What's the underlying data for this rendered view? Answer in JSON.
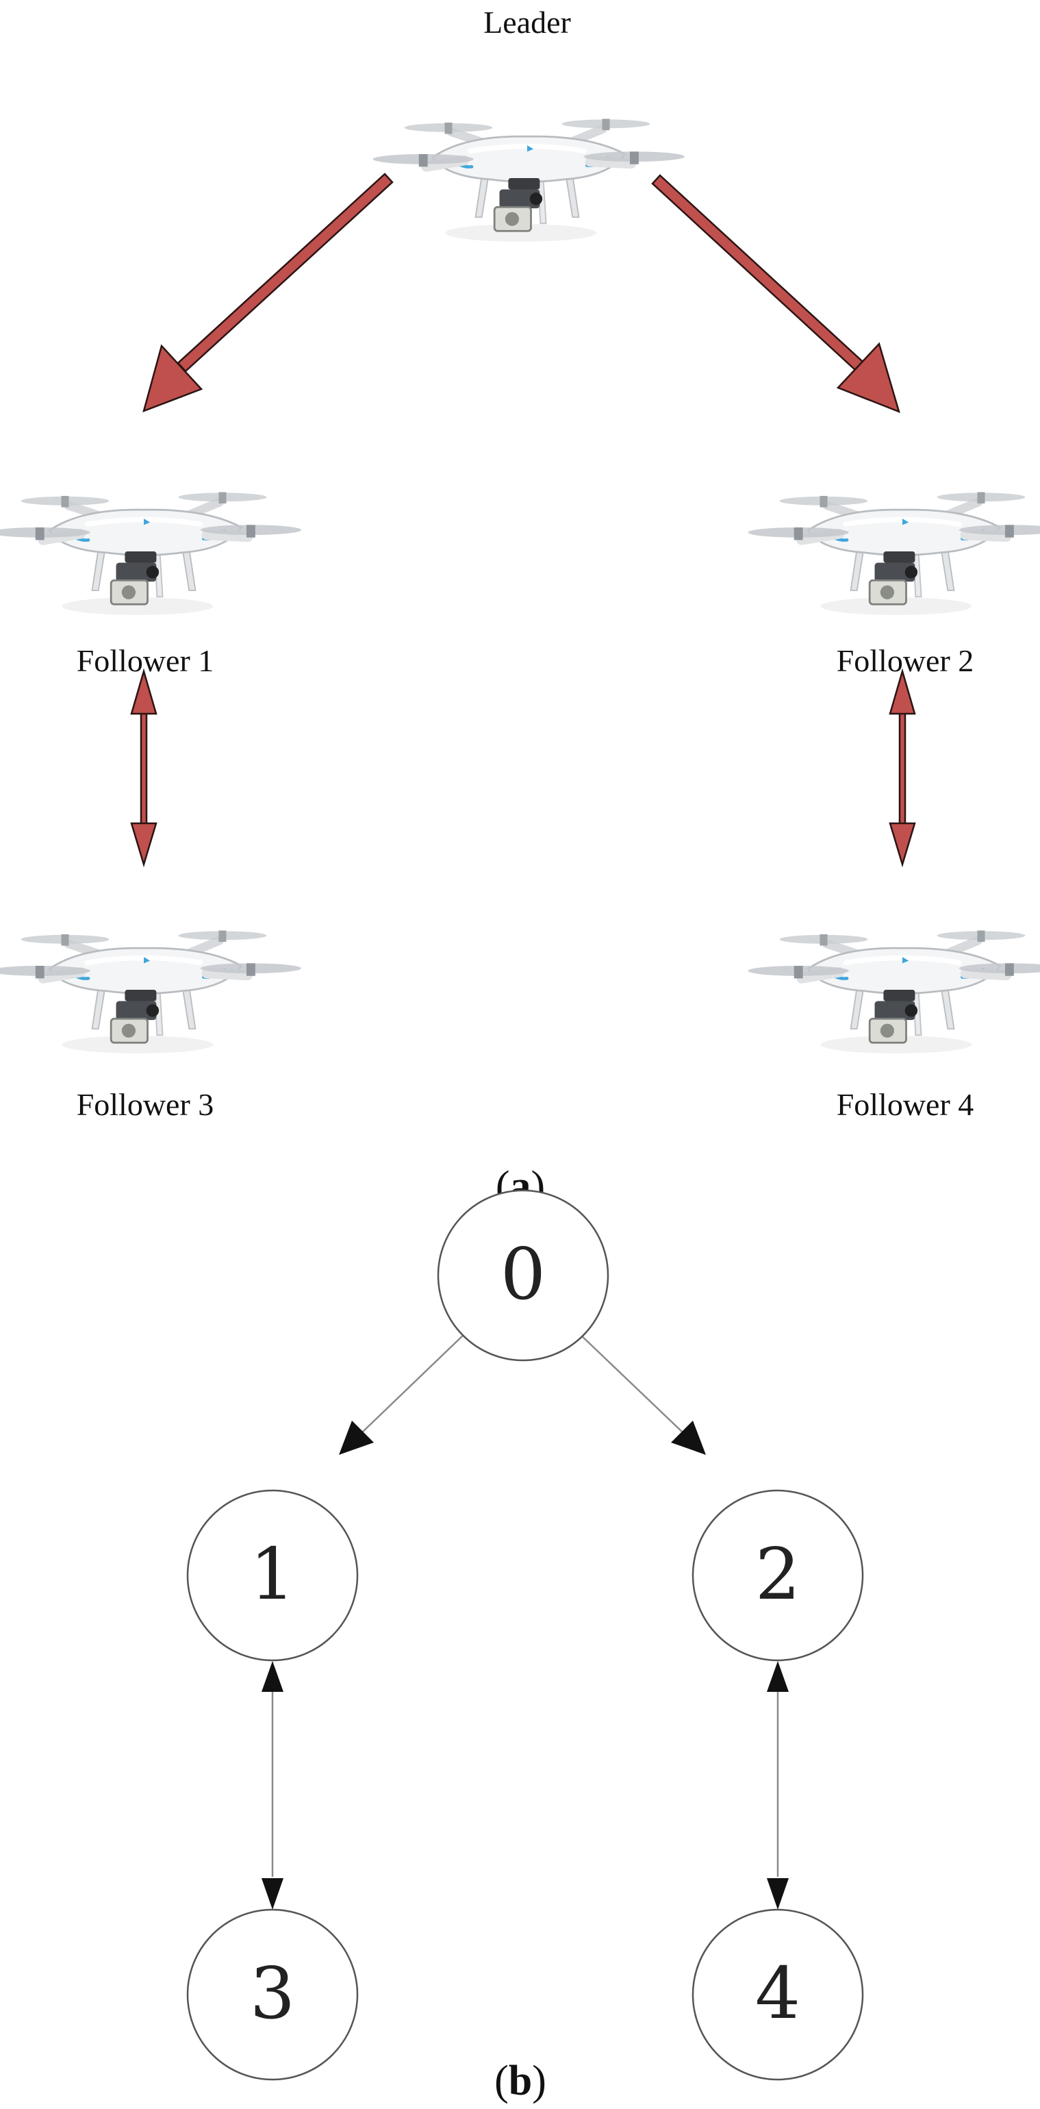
{
  "panel_a": {
    "label_open": "(",
    "label_letter": "a",
    "label_close": ")",
    "drones": [
      {
        "id": "leader",
        "label": "Leader"
      },
      {
        "id": "follower1",
        "label": "Follower 1"
      },
      {
        "id": "follower2",
        "label": "Follower 2"
      },
      {
        "id": "follower3",
        "label": "Follower 3"
      },
      {
        "id": "follower4",
        "label": "Follower 4"
      }
    ],
    "links": [
      {
        "from": "leader",
        "to": "follower1",
        "type": "directed"
      },
      {
        "from": "leader",
        "to": "follower2",
        "type": "directed"
      },
      {
        "from": "follower1",
        "to": "follower3",
        "type": "bidirectional"
      },
      {
        "from": "follower2",
        "to": "follower4",
        "type": "bidirectional"
      }
    ],
    "arrow_color": "#c0504d",
    "arrow_outline": "#2b1414"
  },
  "panel_b": {
    "label_open": "(",
    "label_letter": "b",
    "label_close": ")",
    "nodes": [
      {
        "id": "n0",
        "label": "0"
      },
      {
        "id": "n1",
        "label": "1"
      },
      {
        "id": "n2",
        "label": "2"
      },
      {
        "id": "n3",
        "label": "3"
      },
      {
        "id": "n4",
        "label": "4"
      }
    ],
    "edges": [
      {
        "from": "0",
        "to": "1",
        "type": "directed"
      },
      {
        "from": "0",
        "to": "2",
        "type": "directed"
      },
      {
        "from": "1",
        "to": "3",
        "type": "bidirectional"
      },
      {
        "from": "2",
        "to": "4",
        "type": "bidirectional"
      }
    ]
  }
}
